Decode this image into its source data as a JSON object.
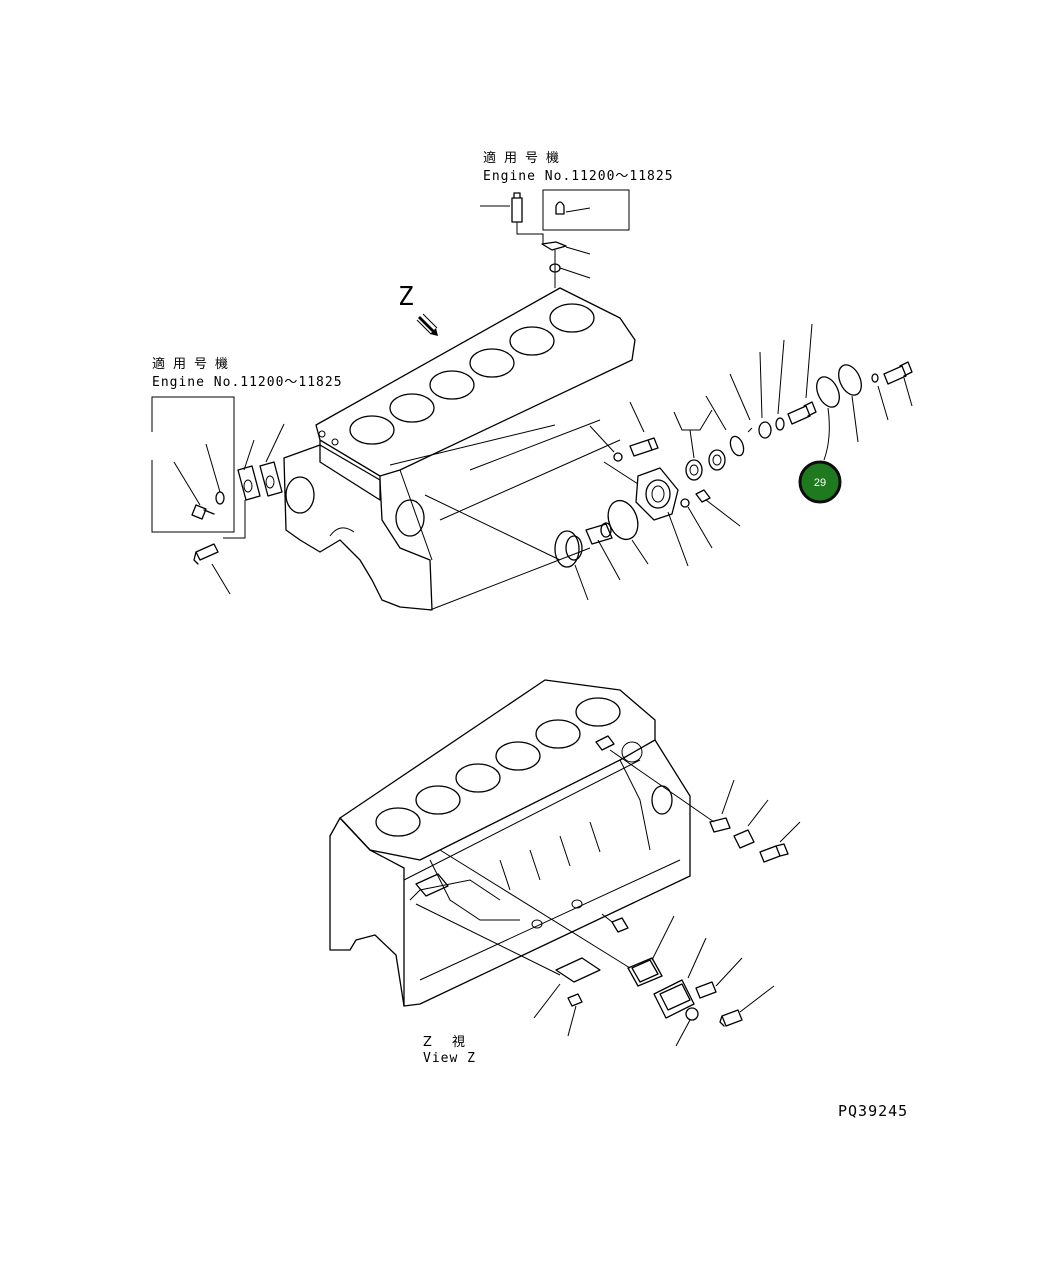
{
  "labels": {
    "applicable_top_ja": "適用号機",
    "engine_no_top": "Engine No.11200～11825",
    "applicable_left_ja": "適用号機",
    "engine_no_left": "Engine No.11200～11825",
    "z_marker": "Z",
    "view_z_ja": "Z 視",
    "view_z_en": "View Z",
    "drawing_number": "PQ39245"
  },
  "callouts": [
    {
      "number": "29",
      "color": "#1f7a1f"
    }
  ],
  "colors": {
    "line": "#000000",
    "background": "#ffffff",
    "callout_fill": "#1f7a1f",
    "callout_ring": "#0d0d0d"
  }
}
